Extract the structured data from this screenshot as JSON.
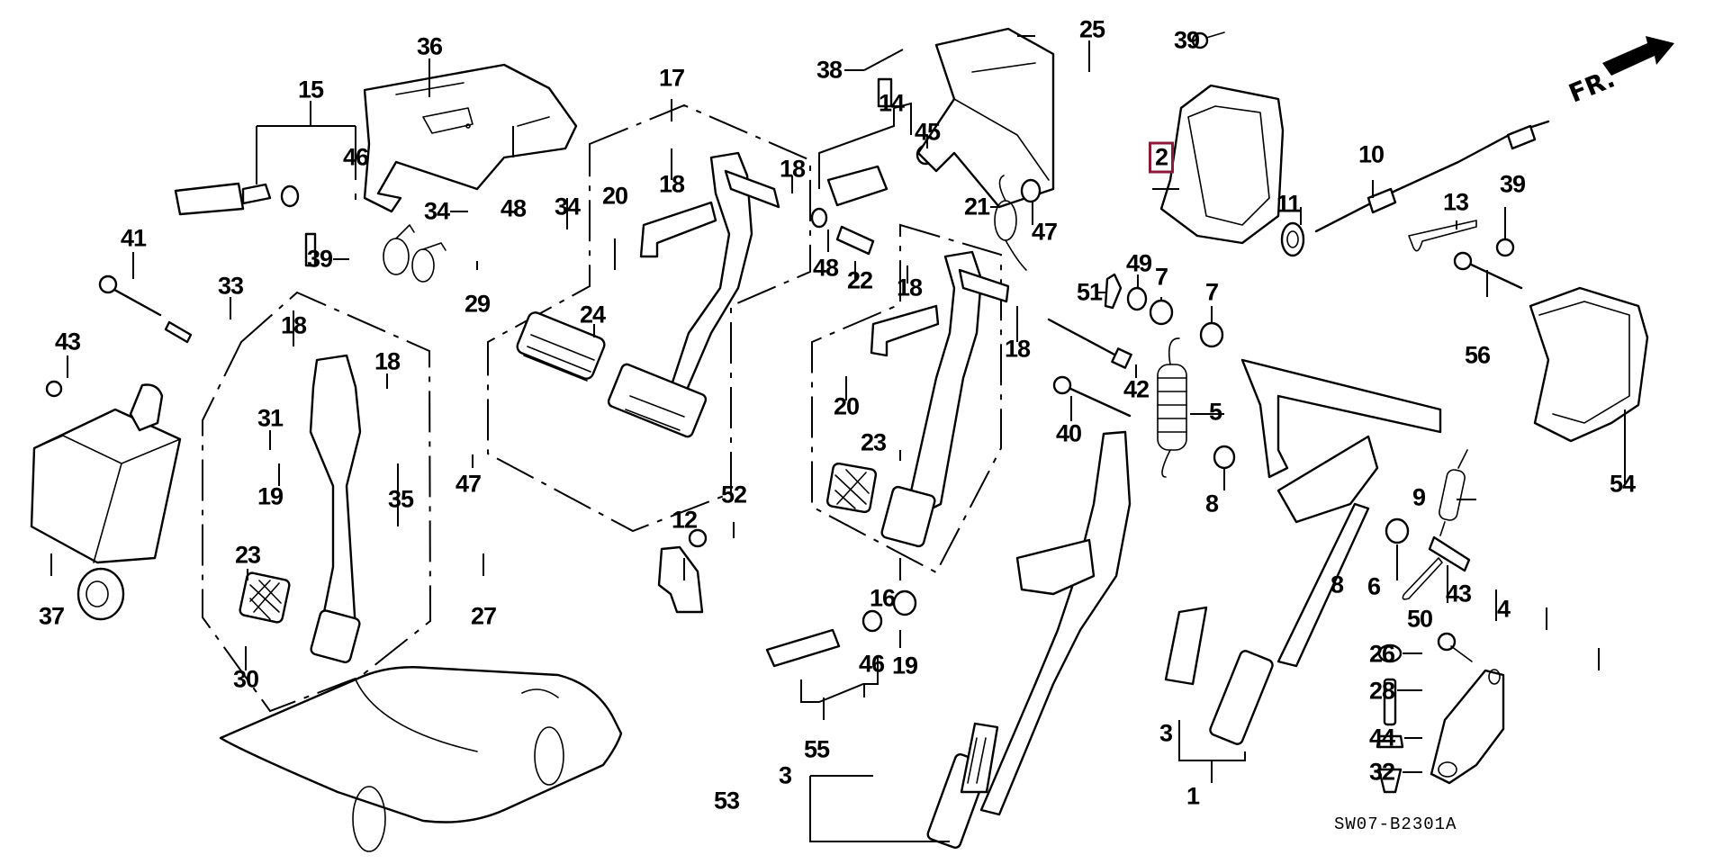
{
  "diagram": {
    "code": "SW07-B2301A",
    "direction_label": "FR.",
    "highlight_color": "#8b1a3a",
    "selected_part": "2",
    "callouts": [
      {
        "id": "c36",
        "label": "36"
      },
      {
        "id": "c15",
        "label": "15"
      },
      {
        "id": "c46a",
        "label": "46"
      },
      {
        "id": "c48a",
        "label": "48"
      },
      {
        "id": "c34a",
        "label": "34"
      },
      {
        "id": "c34b",
        "label": "34"
      },
      {
        "id": "c39a",
        "label": "39"
      },
      {
        "id": "c29",
        "label": "29"
      },
      {
        "id": "c41",
        "label": "41"
      },
      {
        "id": "c33",
        "label": "33"
      },
      {
        "id": "c43a",
        "label": "43"
      },
      {
        "id": "c18a",
        "label": "18"
      },
      {
        "id": "c18b",
        "label": "18"
      },
      {
        "id": "c31",
        "label": "31"
      },
      {
        "id": "c19a",
        "label": "19"
      },
      {
        "id": "c35",
        "label": "35"
      },
      {
        "id": "c47a",
        "label": "47"
      },
      {
        "id": "c23a",
        "label": "23"
      },
      {
        "id": "c27",
        "label": "27"
      },
      {
        "id": "c30",
        "label": "30"
      },
      {
        "id": "c37",
        "label": "37"
      },
      {
        "id": "c17",
        "label": "17"
      },
      {
        "id": "c18c",
        "label": "18"
      },
      {
        "id": "c18d",
        "label": "18"
      },
      {
        "id": "c20a",
        "label": "20"
      },
      {
        "id": "c24",
        "label": "24"
      },
      {
        "id": "c38",
        "label": "38"
      },
      {
        "id": "c14",
        "label": "14"
      },
      {
        "id": "c45",
        "label": "45"
      },
      {
        "id": "c25",
        "label": "25"
      },
      {
        "id": "c21",
        "label": "21"
      },
      {
        "id": "c47b",
        "label": "47"
      },
      {
        "id": "c48b",
        "label": "48"
      },
      {
        "id": "c22",
        "label": "22"
      },
      {
        "id": "c18e",
        "label": "18"
      },
      {
        "id": "c18f",
        "label": "18"
      },
      {
        "id": "c20b",
        "label": "20"
      },
      {
        "id": "c23b",
        "label": "23"
      },
      {
        "id": "c16",
        "label": "16"
      },
      {
        "id": "c12",
        "label": "12"
      },
      {
        "id": "c52",
        "label": "52"
      },
      {
        "id": "c46b",
        "label": "46"
      },
      {
        "id": "c19b",
        "label": "19"
      },
      {
        "id": "c55",
        "label": "55"
      },
      {
        "id": "c3a",
        "label": "3"
      },
      {
        "id": "c53",
        "label": "53"
      },
      {
        "id": "c39b",
        "label": "39"
      },
      {
        "id": "c2",
        "label": "2"
      },
      {
        "id": "c11",
        "label": "11"
      },
      {
        "id": "c10",
        "label": "10"
      },
      {
        "id": "c13",
        "label": "13"
      },
      {
        "id": "c39c",
        "label": "39"
      },
      {
        "id": "c51",
        "label": "51"
      },
      {
        "id": "c49",
        "label": "49"
      },
      {
        "id": "c7a",
        "label": "7"
      },
      {
        "id": "c7b",
        "label": "7"
      },
      {
        "id": "c42",
        "label": "42"
      },
      {
        "id": "c40",
        "label": "40"
      },
      {
        "id": "c5",
        "label": "5"
      },
      {
        "id": "c8a",
        "label": "8"
      },
      {
        "id": "c56",
        "label": "56"
      },
      {
        "id": "c54",
        "label": "54"
      },
      {
        "id": "c9",
        "label": "9"
      },
      {
        "id": "c8b",
        "label": "8"
      },
      {
        "id": "c6",
        "label": "6"
      },
      {
        "id": "c50",
        "label": "50"
      },
      {
        "id": "c43b",
        "label": "43"
      },
      {
        "id": "c4",
        "label": "4"
      },
      {
        "id": "c26",
        "label": "26"
      },
      {
        "id": "c28",
        "label": "28"
      },
      {
        "id": "c44",
        "label": "44"
      },
      {
        "id": "c32",
        "label": "32"
      },
      {
        "id": "c3b",
        "label": "3"
      },
      {
        "id": "c1",
        "label": "1"
      }
    ]
  }
}
